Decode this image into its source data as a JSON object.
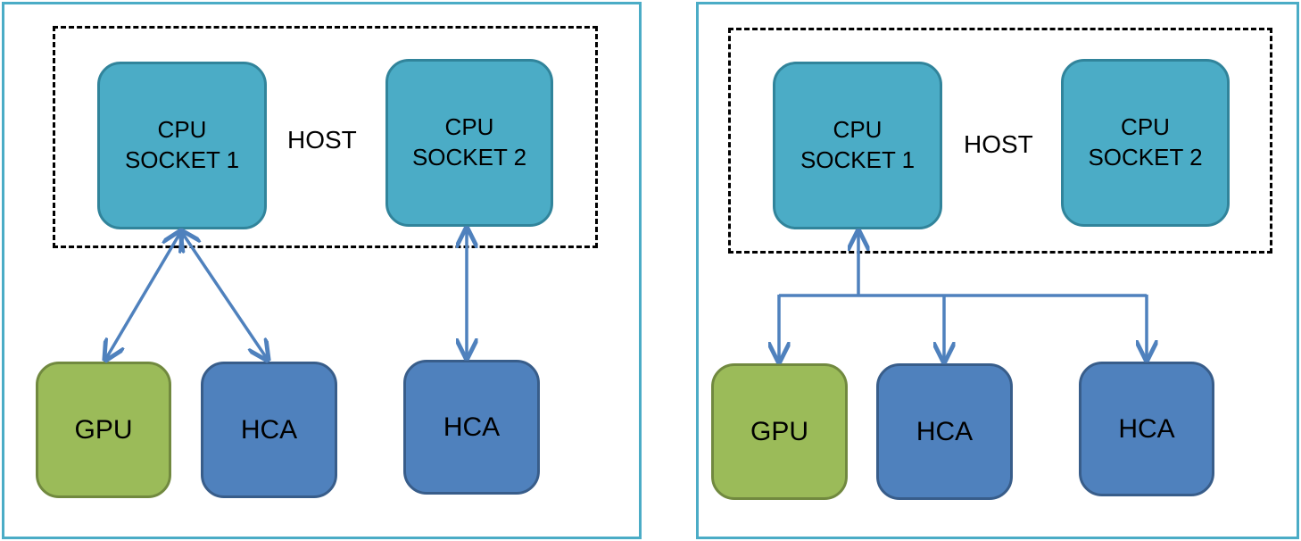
{
  "diagrams": [
    {
      "name": "direct-topology",
      "host_label": "HOST",
      "cpus": [
        {
          "line1": "CPU",
          "line2": "SOCKET 1"
        },
        {
          "line1": "CPU",
          "line2": "SOCKET 2"
        }
      ],
      "devices": [
        {
          "label": "GPU",
          "type": "gpu"
        },
        {
          "label": "HCA",
          "type": "hca"
        },
        {
          "label": "HCA",
          "type": "hca"
        }
      ],
      "connections": [
        {
          "from": "CPU SOCKET 1",
          "to": "GPU",
          "style": "bidirectional"
        },
        {
          "from": "CPU SOCKET 1",
          "to": "HCA",
          "style": "bidirectional"
        },
        {
          "from": "CPU SOCKET 2",
          "to": "HCA",
          "style": "bidirectional"
        }
      ]
    },
    {
      "name": "shared-bus-topology",
      "host_label": "HOST",
      "cpus": [
        {
          "line1": "CPU",
          "line2": "SOCKET 1"
        },
        {
          "line1": "CPU",
          "line2": "SOCKET 2"
        }
      ],
      "devices": [
        {
          "label": "GPU",
          "type": "gpu"
        },
        {
          "label": "HCA",
          "type": "hca"
        },
        {
          "label": "HCA",
          "type": "hca"
        }
      ],
      "connections": [
        {
          "from": "CPU SOCKET 1",
          "to": "GPU",
          "style": "shared-bus"
        },
        {
          "from": "CPU SOCKET 1",
          "to": "HCA",
          "style": "shared-bus"
        },
        {
          "from": "CPU SOCKET 1",
          "to": "HCA",
          "style": "shared-bus"
        }
      ]
    }
  ],
  "colors": {
    "panel_border": "#4bacc6",
    "cpu_fill": "#4bacc6",
    "cpu_border": "#31849b",
    "gpu_fill": "#9bbb59",
    "gpu_border": "#71893f",
    "hca_fill": "#4f81bd",
    "hca_border": "#385d8a",
    "arrow": "#4f81bd"
  }
}
